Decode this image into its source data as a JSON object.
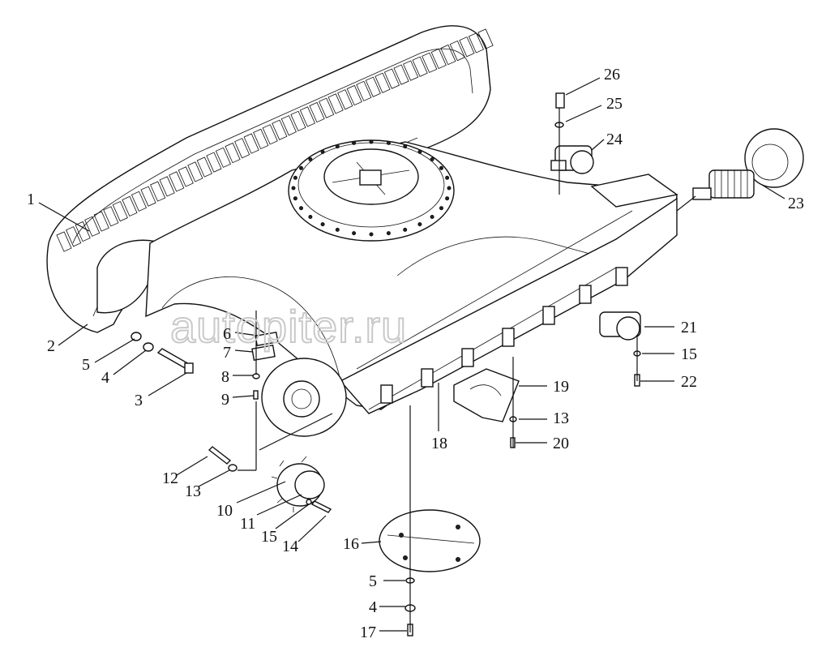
{
  "watermark": "autopiter.ru",
  "corner_mark": "",
  "callouts": [
    {
      "id": "c1",
      "text": "1"
    },
    {
      "id": "c2",
      "text": "2"
    },
    {
      "id": "c3",
      "text": "3"
    },
    {
      "id": "c4a",
      "text": "4"
    },
    {
      "id": "c5a",
      "text": "5"
    },
    {
      "id": "c6",
      "text": "6"
    },
    {
      "id": "c7",
      "text": "7"
    },
    {
      "id": "c8",
      "text": "8"
    },
    {
      "id": "c9",
      "text": "9"
    },
    {
      "id": "c10",
      "text": "10"
    },
    {
      "id": "c11",
      "text": "11"
    },
    {
      "id": "c12",
      "text": "12"
    },
    {
      "id": "c13a",
      "text": "13"
    },
    {
      "id": "c13b",
      "text": "13"
    },
    {
      "id": "c14",
      "text": "14"
    },
    {
      "id": "c15a",
      "text": "15"
    },
    {
      "id": "c15b",
      "text": "15"
    },
    {
      "id": "c16",
      "text": "16"
    },
    {
      "id": "c17",
      "text": "17"
    },
    {
      "id": "c18",
      "text": "18"
    },
    {
      "id": "c19",
      "text": "19"
    },
    {
      "id": "c20",
      "text": "20"
    },
    {
      "id": "c21",
      "text": "21"
    },
    {
      "id": "c22",
      "text": "22"
    },
    {
      "id": "c23",
      "text": "23"
    },
    {
      "id": "c24",
      "text": "24"
    },
    {
      "id": "c25",
      "text": "25"
    },
    {
      "id": "c26",
      "text": "26"
    },
    {
      "id": "c5b",
      "text": "5"
    },
    {
      "id": "c4b",
      "text": "4"
    }
  ]
}
